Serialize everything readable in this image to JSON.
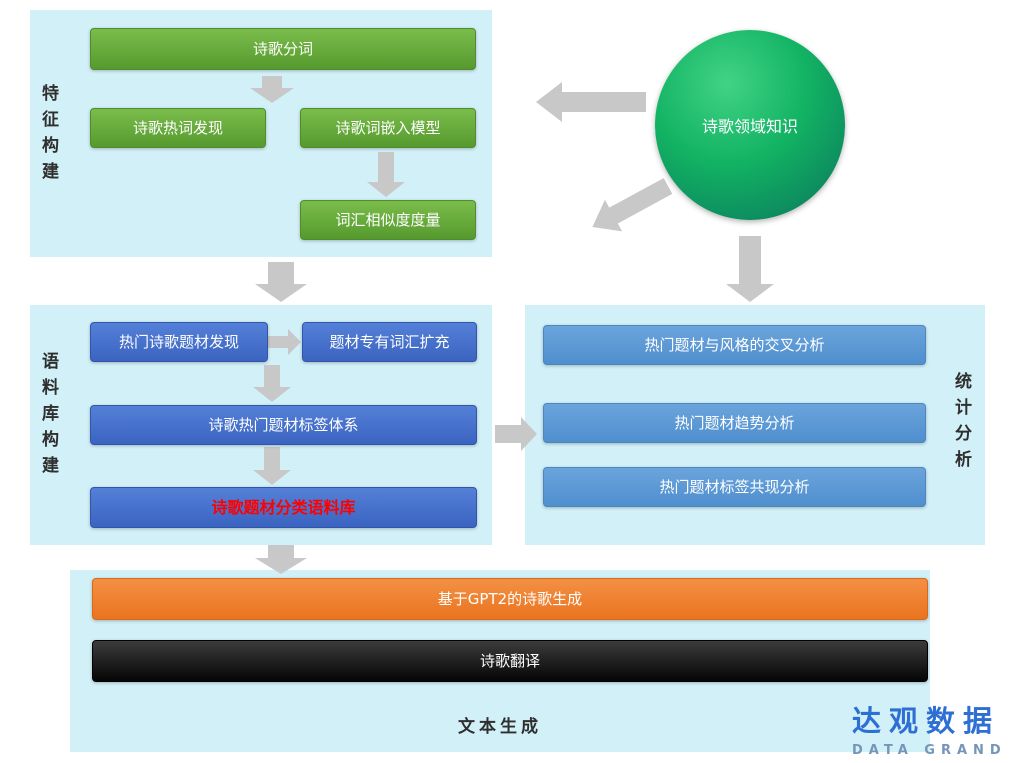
{
  "colors": {
    "panel_bg": "#d2f0f7",
    "green_box": "#5ba336",
    "blue_box": "#4470c9",
    "light_blue_box": "#5b9bd5",
    "orange_box": "#ed7d31",
    "black_box": "#0a0a0a",
    "arrow_gray": "#c8c8c8",
    "corpus_highlight_text": "#ff0000",
    "logo_blue": "#2d6fd2",
    "logo_gray_blue": "#7596b8"
  },
  "feature_panel": {
    "label": "特征构建",
    "segmentation": "诗歌分词",
    "hot_words": "诗歌热词发现",
    "word_embedding": "诗歌词嵌入模型",
    "similarity": "词汇相似度度量"
  },
  "knowledge_circle": {
    "label": "诗歌领域知识"
  },
  "corpus_panel": {
    "label": "语料库构建",
    "topic_discovery": "热门诗歌题材发现",
    "vocab_expansion": "题材专有词汇扩充",
    "tag_system": "诗歌热门题材标签体系",
    "classified_corpus": "诗歌题材分类语料库"
  },
  "stats_panel": {
    "label": "统计分析",
    "cross_analysis": "热门题材与风格的交叉分析",
    "trend_analysis": "热门题材趋势分析",
    "cooccurrence_analysis": "热门题材标签共现分析"
  },
  "generation_panel": {
    "label": "文本生成",
    "gpt2_generation": "基于GPT2的诗歌生成",
    "translation": "诗歌翻译"
  },
  "logo": {
    "cn": "达观数据",
    "en": "DATA GRAND"
  }
}
